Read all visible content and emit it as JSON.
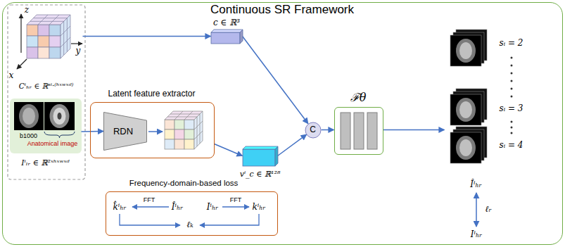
{
  "diagram": {
    "nodes": [
      {
        "text": [
          "Continuous SR Framework"
        ]
      },
      {
        "text": [
          "Cⁱₕᵣ ∈ ℝˢⁱ·⁽ʰˣʷˣᵈ⁾"
        ],
        "in": 0
      },
      {
        "text": [
          "b1000",
          "Anatomical image",
          "Iⁱₗᵣ ∈ ℝ²ˣʰˣʷˣᵈ"
        ],
        "in": 0
      },
      {
        "text": [
          "Latent feature extractor"
        ],
        "in": 0
      },
      {
        "text": [
          "RDN"
        ],
        "in": 3
      },
      {
        "text": [
          "c ∈ ℝ³"
        ],
        "in": 0
      },
      {
        "text": [
          "vⁱ_c ∈ ℝ¹²⁸"
        ],
        "in": 0
      },
      {
        "text": [
          "C"
        ],
        "in": 0
      },
      {
        "text": [
          "ℱθ"
        ],
        "in": 0
      },
      {
        "text": [
          "sᵢ = 2",
          "sᵢ = 3",
          "sᵢ = 4",
          "Îⁱₕᵣ"
        ],
        "in": 0
      },
      {
        "text": [
          "Frequency-domain-based loss"
        ],
        "in": 0
      }
    ],
    "edges": [
      {
        "from": 1,
        "to": 5,
        "arrow": "to"
      },
      {
        "from": 2,
        "to": 4,
        "arrow": "to"
      },
      {
        "from": 3,
        "to": 6,
        "arrow": "to"
      },
      {
        "from": 5,
        "to": 7,
        "arrow": "to"
      },
      {
        "from": 6,
        "to": 7,
        "arrow": "to"
      },
      {
        "from": 7,
        "to": 8,
        "arrow": "to"
      },
      {
        "from": 8,
        "to": 9,
        "arrow": "to"
      }
    ],
    "labels": [
      "z",
      "y",
      "x",
      "k̂ⁱₕᵣ",
      "FFT",
      "Îⁱₕᵣ",
      "Iⁱₕᵣ",
      "FFT",
      "kⁱₕᵣ",
      "ℓₖ",
      "ℓᵣ",
      "Iⁱₕᵣ"
    ]
  }
}
